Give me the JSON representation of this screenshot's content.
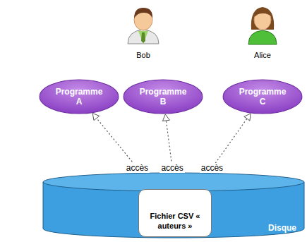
{
  "diagram": {
    "nodes": [
      {
        "text": [
          "Programme A"
        ]
      },
      {
        "text": [
          "Programme B"
        ]
      },
      {
        "text": [
          "Programme C"
        ]
      },
      {
        "text": [
          "Disque"
        ]
      },
      {
        "text": [
          "Fichier CSV « auteurs »"
        ],
        "in": 3
      }
    ],
    "edges": [
      {
        "from": 4,
        "to": 0,
        "arrow": "to",
        "label": "accès"
      },
      {
        "from": 4,
        "to": 1,
        "arrow": "to",
        "label": "accès"
      },
      {
        "from": 4,
        "to": 2,
        "arrow": "to",
        "label": "accès"
      }
    ],
    "labels": [
      "Bob",
      "Alice"
    ]
  }
}
